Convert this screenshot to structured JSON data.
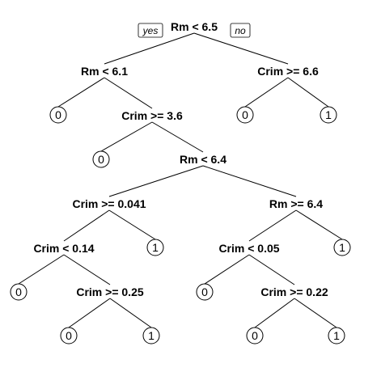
{
  "branch_tags": {
    "yes": "yes",
    "no": "no"
  },
  "tree": {
    "splits": [
      {
        "id": "s0",
        "label": "Rm < 6.5"
      },
      {
        "id": "s1",
        "label": "Rm < 6.1"
      },
      {
        "id": "s2",
        "label": "Crim >= 6.6"
      },
      {
        "id": "s3",
        "label": "Crim >= 3.6"
      },
      {
        "id": "s4",
        "label": "Rm < 6.4"
      },
      {
        "id": "s5",
        "label": "Crim >= 0.041"
      },
      {
        "id": "s6",
        "label": "Rm >= 6.4"
      },
      {
        "id": "s7",
        "label": "Crim < 0.14"
      },
      {
        "id": "s8",
        "label": "Crim < 0.05"
      },
      {
        "id": "s9",
        "label": "Crim >= 0.25"
      },
      {
        "id": "s10",
        "label": "Crim >= 0.22"
      }
    ],
    "leaves": [
      {
        "id": "l0",
        "value": "0"
      },
      {
        "id": "l1",
        "value": "0"
      },
      {
        "id": "l2",
        "value": "1"
      },
      {
        "id": "l3",
        "value": "0"
      },
      {
        "id": "l4",
        "value": "1"
      },
      {
        "id": "l5",
        "value": "1"
      },
      {
        "id": "l6",
        "value": "0"
      },
      {
        "id": "l7",
        "value": "0"
      },
      {
        "id": "l8",
        "value": "0"
      },
      {
        "id": "l9",
        "value": "1"
      },
      {
        "id": "l10",
        "value": "0"
      },
      {
        "id": "l11",
        "value": "1"
      }
    ]
  }
}
